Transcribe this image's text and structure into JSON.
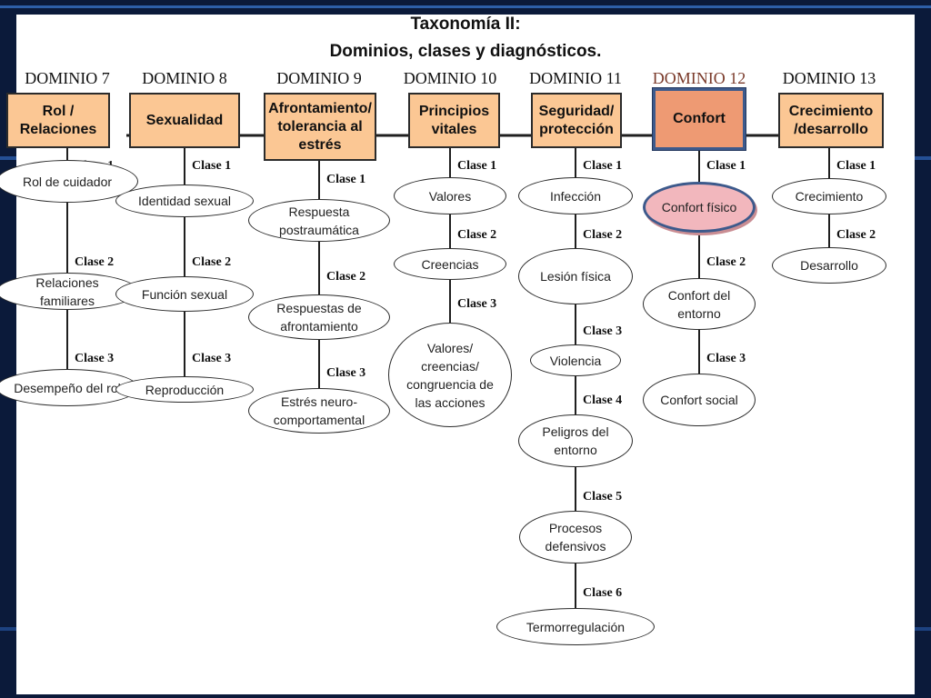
{
  "title_line1": "Taxonomía II:",
  "title_line2": "Dominios, clases y diagnósticos.",
  "domains": [
    {
      "label": "DOMINIO 7",
      "name": "Rol / Relaciones",
      "classes": [
        {
          "label": "Clase 1",
          "name": "Rol de cuidador"
        },
        {
          "label": "Clase 2",
          "name": "Relaciones familiares"
        },
        {
          "label": "Clase 3",
          "name": "Desempeño del rol"
        }
      ]
    },
    {
      "label": "DOMINIO 8",
      "name": "Sexualidad",
      "classes": [
        {
          "label": "Clase 1",
          "name": "Identidad sexual"
        },
        {
          "label": "Clase 2",
          "name": "Función sexual"
        },
        {
          "label": "Clase 3",
          "name": "Reproducción"
        }
      ]
    },
    {
      "label": "DOMINIO 9",
      "name": "Afrontamiento/ tolerancia al estrés",
      "classes": [
        {
          "label": "Clase 1",
          "name": "Respuesta postraumática"
        },
        {
          "label": "Clase 2",
          "name": "Respuestas de afrontamiento"
        },
        {
          "label": "Clase 3",
          "name": "Estrés neuro-comportamental"
        }
      ]
    },
    {
      "label": "DOMINIO 10",
      "name": "Principios vitales",
      "classes": [
        {
          "label": "Clase 1",
          "name": "Valores"
        },
        {
          "label": "Clase 2",
          "name": "Creencias"
        },
        {
          "label": "Clase 3",
          "name": "Valores/ creencias/ congruencia de las acciones"
        }
      ]
    },
    {
      "label": "DOMINIO 11",
      "name": "Seguridad/ protección",
      "classes": [
        {
          "label": "Clase 1",
          "name": "Infección"
        },
        {
          "label": "Clase 2",
          "name": "Lesión física"
        },
        {
          "label": "Clase 3",
          "name": "Violencia"
        },
        {
          "label": "Clase 4",
          "name": "Peligros del entorno"
        },
        {
          "label": "Clase 5",
          "name": "Procesos defensivos"
        },
        {
          "label": "Clase 6",
          "name": "Termorregulación"
        }
      ]
    },
    {
      "label": "DOMINIO 12",
      "name": "Confort",
      "classes": [
        {
          "label": "Clase 1",
          "name": "Confort físico"
        },
        {
          "label": "Clase 2",
          "name": "Confort del entorno"
        },
        {
          "label": "Clase 3",
          "name": "Confort social"
        }
      ]
    },
    {
      "label": "DOMINIO 13",
      "name": "Crecimiento /desarrollo",
      "classes": [
        {
          "label": "Clase 1",
          "name": "Crecimiento"
        },
        {
          "label": "Clase 2",
          "name": "Desarrollo"
        }
      ]
    }
  ],
  "colors": {
    "domain_box": "#fbc794",
    "highlight_box": "#ee9a73",
    "highlight_ellipse": "#f2b7bd",
    "highlight_border": "#3d5a8c",
    "highlight_label": "#7a3a2a",
    "background": "#0b1a3a"
  }
}
